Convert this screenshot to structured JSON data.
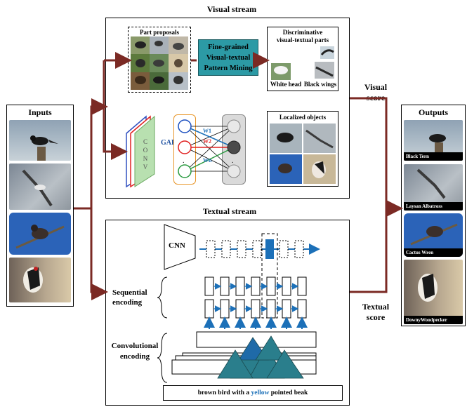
{
  "visual_stream": {
    "title": "Visual stream",
    "part_proposals": "Part proposals",
    "mining": [
      "Fine-grained",
      "Visual-textual",
      "Pattern Mining"
    ],
    "discriminative": [
      "Discriminative",
      "visual-textual parts"
    ],
    "white_head": "White head",
    "black_wings": "Black wings",
    "localized": "Localized objects",
    "conv_letters": [
      "C",
      "O",
      "N",
      "V"
    ],
    "gap": "GAP",
    "weights": [
      "W1",
      "W2",
      "Wn"
    ],
    "dot": "."
  },
  "textual_stream": {
    "title": "Textual stream",
    "cnn": "CNN",
    "sequential": [
      "Sequential",
      "encoding"
    ],
    "convolutional": [
      "Convolutional",
      "encoding"
    ],
    "sentence_parts": [
      "brown bird with a ",
      "yellow",
      " pointed beak"
    ]
  },
  "inputs": {
    "title": "Inputs"
  },
  "outputs": {
    "title": "Outputs",
    "labels": [
      "Black Tern",
      "Laysan Albatross",
      "Cactus Wren",
      "DownyWoodpecker"
    ]
  },
  "visual_score": [
    "Visual",
    "score"
  ],
  "textual_score": [
    "Textual",
    "score"
  ],
  "colors": {
    "arrow": "#7b2a24",
    "mining_box": "#2c9aa5",
    "blue": "#1c70b8",
    "conv_red": "#e02020",
    "conv_blue": "#3050c0",
    "conv_green": "#a8d8a0",
    "triangle": "#2a7e8c",
    "triangle_dark": "#1f6aa8"
  }
}
